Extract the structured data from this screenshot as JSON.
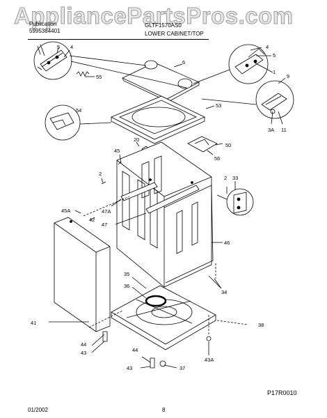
{
  "watermark": "AppliancePartsPros.com",
  "header": {
    "brand_line": "Publication",
    "pub_number_line": "5995384401",
    "model": "GLTF1570AS0",
    "section_title": "LOWER CABINET/TOP"
  },
  "diagram_code": "P17R0010",
  "footer": {
    "date": "01/2002",
    "page": "8"
  },
  "callouts": [
    "1",
    "2",
    "2",
    "3A",
    "4",
    "4",
    "5",
    "5",
    "6",
    "9",
    "11",
    "20",
    "33",
    "34",
    "35",
    "36",
    "37",
    "38",
    "41",
    "42",
    "43",
    "43",
    "43A",
    "44",
    "44",
    "45",
    "45A",
    "46",
    "47",
    "47A",
    "50",
    "53",
    "54",
    "55",
    "56"
  ]
}
